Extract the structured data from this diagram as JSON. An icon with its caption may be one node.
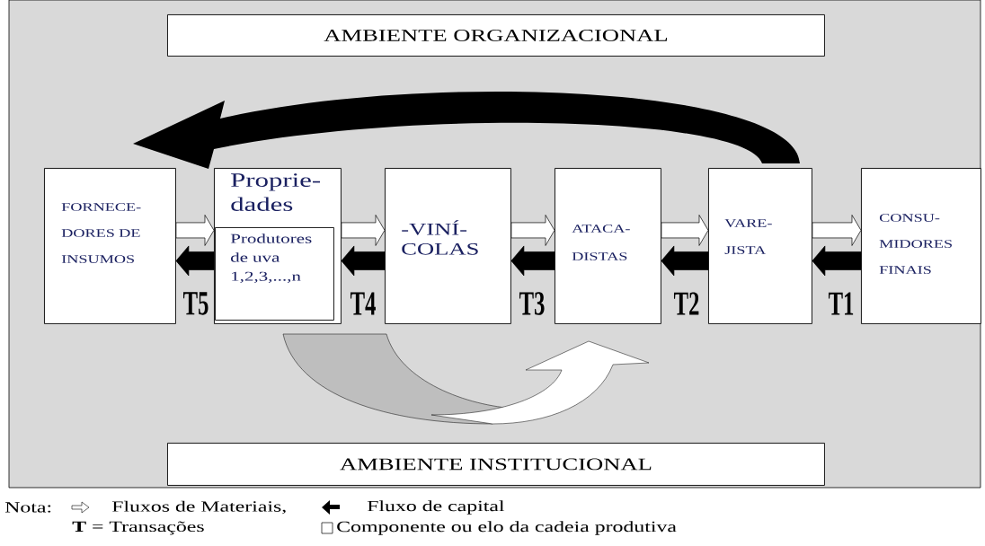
{
  "diagram": {
    "nodes": [
      {
        "text": [
          "AMBIENTE ORGANIZACIONAL"
        ]
      },
      {
        "text": [
          "FORNECE- DORES DE INSUMOS"
        ]
      },
      {
        "text": [
          "Proprie- dades"
        ]
      },
      {
        "text": [
          "Produtores de uva 1,2,3,...,n"
        ],
        "in": 2
      },
      {
        "text": [
          "-VINÍ- COLAS"
        ]
      },
      {
        "text": [
          "ATACA- DISTAS"
        ]
      },
      {
        "text": [
          "VARE- JISTA"
        ]
      },
      {
        "text": [
          "CONSU- MIDORES FINAIS"
        ]
      },
      {
        "text": [
          "AMBIENTE INSTITUCIONAL"
        ]
      }
    ],
    "edges": [
      {
        "from": 1,
        "to": 2,
        "arrow": "to",
        "color": "#ffffff"
      },
      {
        "from": 2,
        "to": 1,
        "arrow": "to",
        "color": "#000000"
      },
      {
        "from": 2,
        "to": 4,
        "arrow": "to",
        "color": "#ffffff"
      },
      {
        "from": 4,
        "to": 2,
        "arrow": "to",
        "color": "#000000"
      },
      {
        "from": 4,
        "to": 5,
        "arrow": "to",
        "color": "#ffffff"
      },
      {
        "from": 5,
        "to": 4,
        "arrow": "to",
        "color": "#000000"
      },
      {
        "from": 5,
        "to": 6,
        "arrow": "to",
        "color": "#ffffff"
      },
      {
        "from": 6,
        "to": 5,
        "arrow": "to",
        "color": "#000000"
      },
      {
        "from": 6,
        "to": 7,
        "arrow": "to",
        "color": "#ffffff"
      },
      {
        "from": 7,
        "to": 6,
        "arrow": "to",
        "color": "#000000"
      }
    ],
    "labels": [
      "T5",
      "T4",
      "T3",
      "T2",
      "T1",
      "Nota:",
      "**T** = Transações"
    ],
    "legend": [
      {
        "text": "Fluxos de Materiais,"
      },
      {
        "text": "Fluxo de capital"
      },
      {
        "text": "Componente ou elo da cadeia produtiva"
      }
    ]
  }
}
